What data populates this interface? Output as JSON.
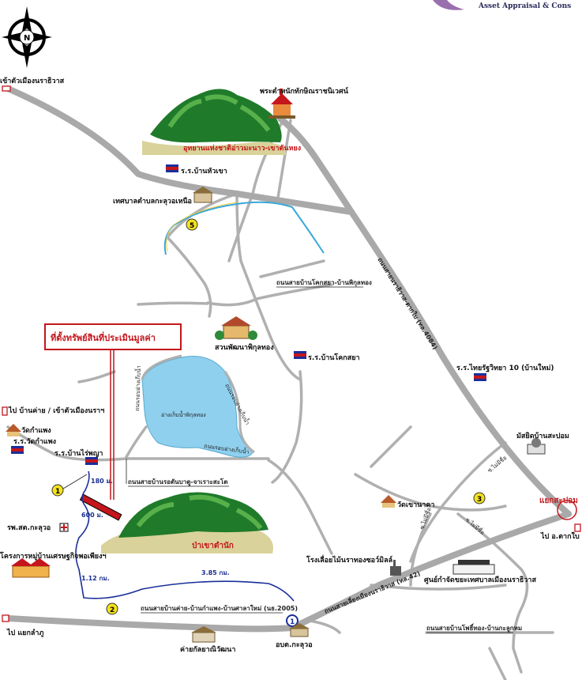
{
  "company": {
    "text": "Asset Appraisal  &  Cons"
  },
  "compass": {
    "letter": "N"
  },
  "labels": {
    "to_narathiwat_top": "เข้าตัวเมืองนราธิวาส",
    "palace": "พระตำหนักทักษิณราชนิเวศน์",
    "mountain_top": "อุทยานแห่งชาติอ่าวมะนาว-เขาตันหยง",
    "school_huakhao": "ร.ร.บ้านหัวเขา",
    "municipality_north": "เทศบาลตำบลกะลุวอเหนือ",
    "road_koksaya": "ถนนสายบ้านโคกสยา-บ้านพิกุลทอง",
    "road_highway_main": "ถนนสายนราธิวาส-ตากใบ (ทล.4084)",
    "subject_property": "ที่ตั้งทรัพย์สินที่ประเมินมูลค่า",
    "park_phikun": "สวนพัฒนาพิกุลทอง",
    "school_koksaya": "ร.ร.บ้านโคกสยา",
    "school_thairat": "ร.ร.ไทยรัฐวิทยา 10 (บ้านใหม่)",
    "reservoir": "อ่างเก็บน้ำพิกุลทอง",
    "to_bankhai": "ไป บ้านค่าย / เข้าตัวเมืองนราฯ",
    "wat_kamphaeng": "วัดกำแพง",
    "school_wat_kamphaeng": "ร.ร.วัดกำแพง",
    "school_raiphaya": "ร.ร.บ้านไร่พญา",
    "road_raiphaya": "ถนนสายบ้านรอตันบาตู-จาเราะสะโต",
    "dist_180": "180 ม.",
    "dist_600": "600 ม.",
    "dist_112": "1.12 กม.",
    "dist_385": "3.85 กม.",
    "hospital": "รพ.สต.กะลุวอ",
    "project_village": "โครงการหมู่บ้านเศรษฐกิจพอเพียงฯ",
    "forest_south": "ป่าเขาตำนัก",
    "mosque": "มัสยิดบ้านสะปอม",
    "junction_sapom": "แยกสะปอม",
    "to_takbai": "ไป อ.ตากใบ",
    "wat_khaonakha": "วัดเขานาคา",
    "sawmill": "โรงเลื่อยไม้นราทองซอว์มิลล์",
    "road_hw42": "ถนนสายเลี่ยงเมืองนราธิวาส (ทล.42)",
    "center_municipality": "ศูนย์กำจัดขยะเทศบาลเมืองนราธิวาส",
    "road_bankhai_kamphaeng": "ถนนสายบ้านค่าย-บ้านกำแพง-บ้านศาลาใหม่ (นธ.2005)",
    "to_lamphu": "ไป แยกลำภู",
    "obt": "อบต.กะลุวอ",
    "camp": "ค่ายกัลยาณิวัฒนา",
    "road_right_bottom": "ถนนสายบ้านโพธิ์ทอง-บ้านกะลูกหม",
    "road_reservoir_west": "ถนนรอบอ่างเก็บน้ำ",
    "road_reservoir_east": "ถนนรอบอ่างเก็บน้ำ",
    "road_reservoir_south": "ถนนรอบอ่างเก็บน้ำ",
    "lane_a": "ซ.ไม่มีชื่อ",
    "lane_b": "ซ.ไม่มีชื่อ",
    "lane_c": "ซ.ไม่มีชื่อ"
  },
  "markers": {
    "m1": "1",
    "m2": "2",
    "m3": "3",
    "m5": "5",
    "m1b": "1"
  },
  "colors": {
    "road_main": "#a9a9a9",
    "road_minor": "#b0b0b0",
    "route": "#1b2f9a",
    "river": "#39a7d8",
    "water": "#8fd0ee",
    "red": "#c4161c",
    "marker": "#f4e21c"
  }
}
